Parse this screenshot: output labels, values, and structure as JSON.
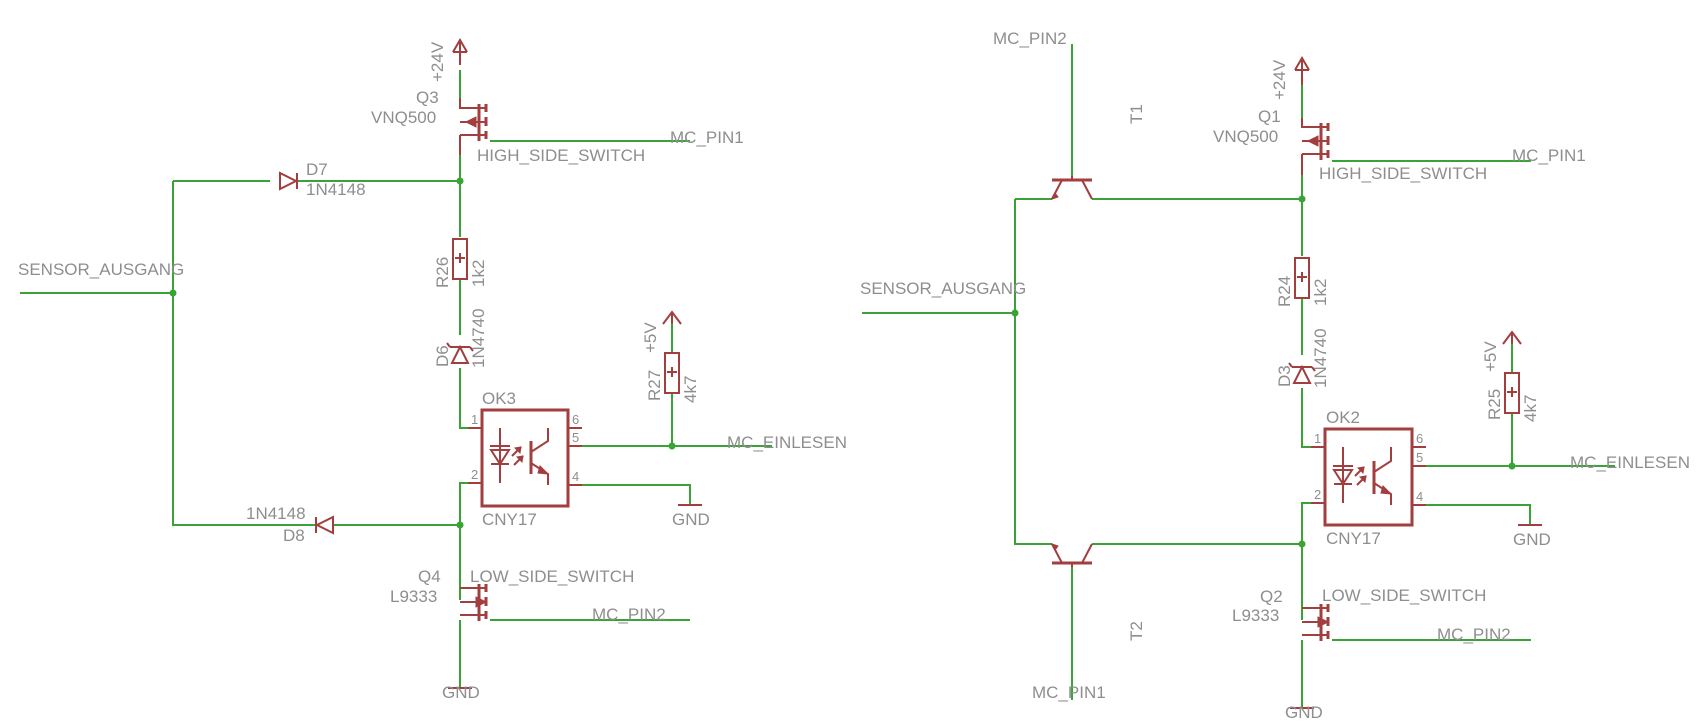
{
  "left": {
    "sensor": "SENSOR_AUSGANG",
    "supply_24v": "+24V",
    "high_fet": {
      "ref": "Q3",
      "value": "VNQ500",
      "net": "HIGH_SIDE_SWITCH",
      "out": "MC_PIN1"
    },
    "diode_top": {
      "ref": "D7",
      "value": "1N4148"
    },
    "resistor": {
      "ref": "R26",
      "value": "1k2"
    },
    "zener": {
      "ref": "D6",
      "value": "1N4740"
    },
    "opto": {
      "ref": "OK3",
      "value": "CNY17",
      "pins": [
        "1",
        "2",
        "4",
        "5",
        "6"
      ]
    },
    "pullup": {
      "supply": "+5V",
      "ref": "R27",
      "value": "4k7"
    },
    "einlesen": "MC_EINLESEN",
    "gnd_opto": "GND",
    "diode_bottom": {
      "ref": "D8",
      "value": "1N4148"
    },
    "low_fet": {
      "ref": "Q4",
      "value": "L9333",
      "net": "LOW_SIDE_SWITCH",
      "out": "MC_PIN2"
    },
    "gnd_bottom": "GND"
  },
  "right": {
    "sensor": "SENSOR_AUSGANG",
    "mc_pin2_top": "MC_PIN2",
    "t1": "T1",
    "t2": "T2",
    "mc_pin1_bottom": "MC_PIN1",
    "supply_24v": "+24V",
    "high_fet": {
      "ref": "Q1",
      "value": "VNQ500",
      "net": "HIGH_SIDE_SWITCH",
      "out": "MC_PIN1"
    },
    "resistor": {
      "ref": "R24",
      "value": "1k2"
    },
    "zener": {
      "ref": "D3",
      "value": "1N4740"
    },
    "opto": {
      "ref": "OK2",
      "value": "CNY17",
      "pins": [
        "1",
        "2",
        "4",
        "5",
        "6"
      ]
    },
    "pullup": {
      "supply": "+5V",
      "ref": "R25",
      "value": "4k7"
    },
    "einlesen": "MC_EINLESEN",
    "gnd_opto": "GND",
    "low_fet": {
      "ref": "Q2",
      "value": "L9333",
      "net": "LOW_SIDE_SWITCH",
      "out": "MC_PIN2"
    },
    "gnd_bottom": "GND"
  },
  "colors": {
    "wire": "#39a336",
    "symbol": "#a23e3e",
    "text": "#8e8e8e"
  }
}
